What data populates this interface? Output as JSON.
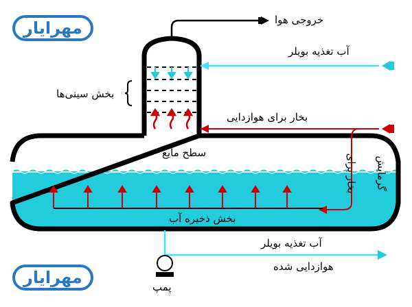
{
  "watermark": {
    "text": "مهرایار",
    "color": "#2a78c2"
  },
  "labels": {
    "air_outlet": "خروجی هوا",
    "feedwater_in": "آب تغذیه بویلر",
    "tray_section": "بخش سینی‌ها",
    "deaeration_steam": "بخار برای هوازدایی",
    "heating_steam_line1": "بخار برای",
    "heating_steam_line2": "گرمایش",
    "liquid_level": "سطح مایع",
    "storage_section": "بخش ذخیره آب",
    "feedwater_out_line1": "آب تغذیه بویلر",
    "feedwater_out_line2": "هوازدایی شده",
    "pump": "پمپ"
  },
  "colors": {
    "water": "#22ccdd",
    "water_line": "#44e0ff",
    "steam": "#cc0000",
    "outline": "#000000"
  }
}
